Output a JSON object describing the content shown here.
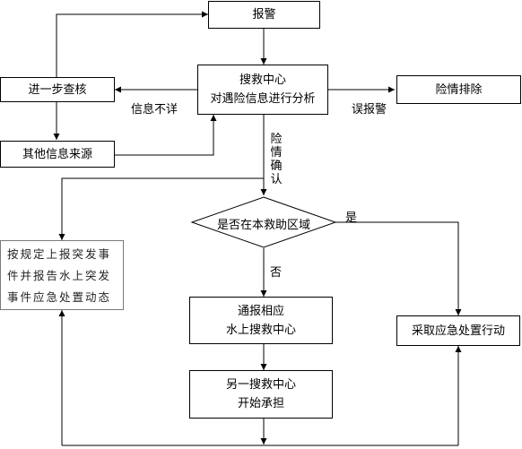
{
  "nodes": {
    "alarm": "报警",
    "center_line1": "搜救中心",
    "center_line2": "对遇险信息进行分析",
    "further_check": "进一步查核",
    "other_sources": "其他信息来源",
    "danger_cleared": "险情排除",
    "decision": "是否在本救助区域",
    "report_line1": "按规定上报突发事",
    "report_line2": "件并报告水上突发",
    "report_line3": "事件应急处置动态",
    "notify_line1": "通报相应",
    "notify_line2": "水上搜救中心",
    "another_line1": "另一搜救中心",
    "another_line2": "开始承担",
    "emergency_action": "采取应急处置行动"
  },
  "edges": {
    "info_unclear": "信息不详",
    "false_alarm": "误报警",
    "danger_confirmed": "险情确认",
    "yes": "是",
    "no": "否"
  }
}
